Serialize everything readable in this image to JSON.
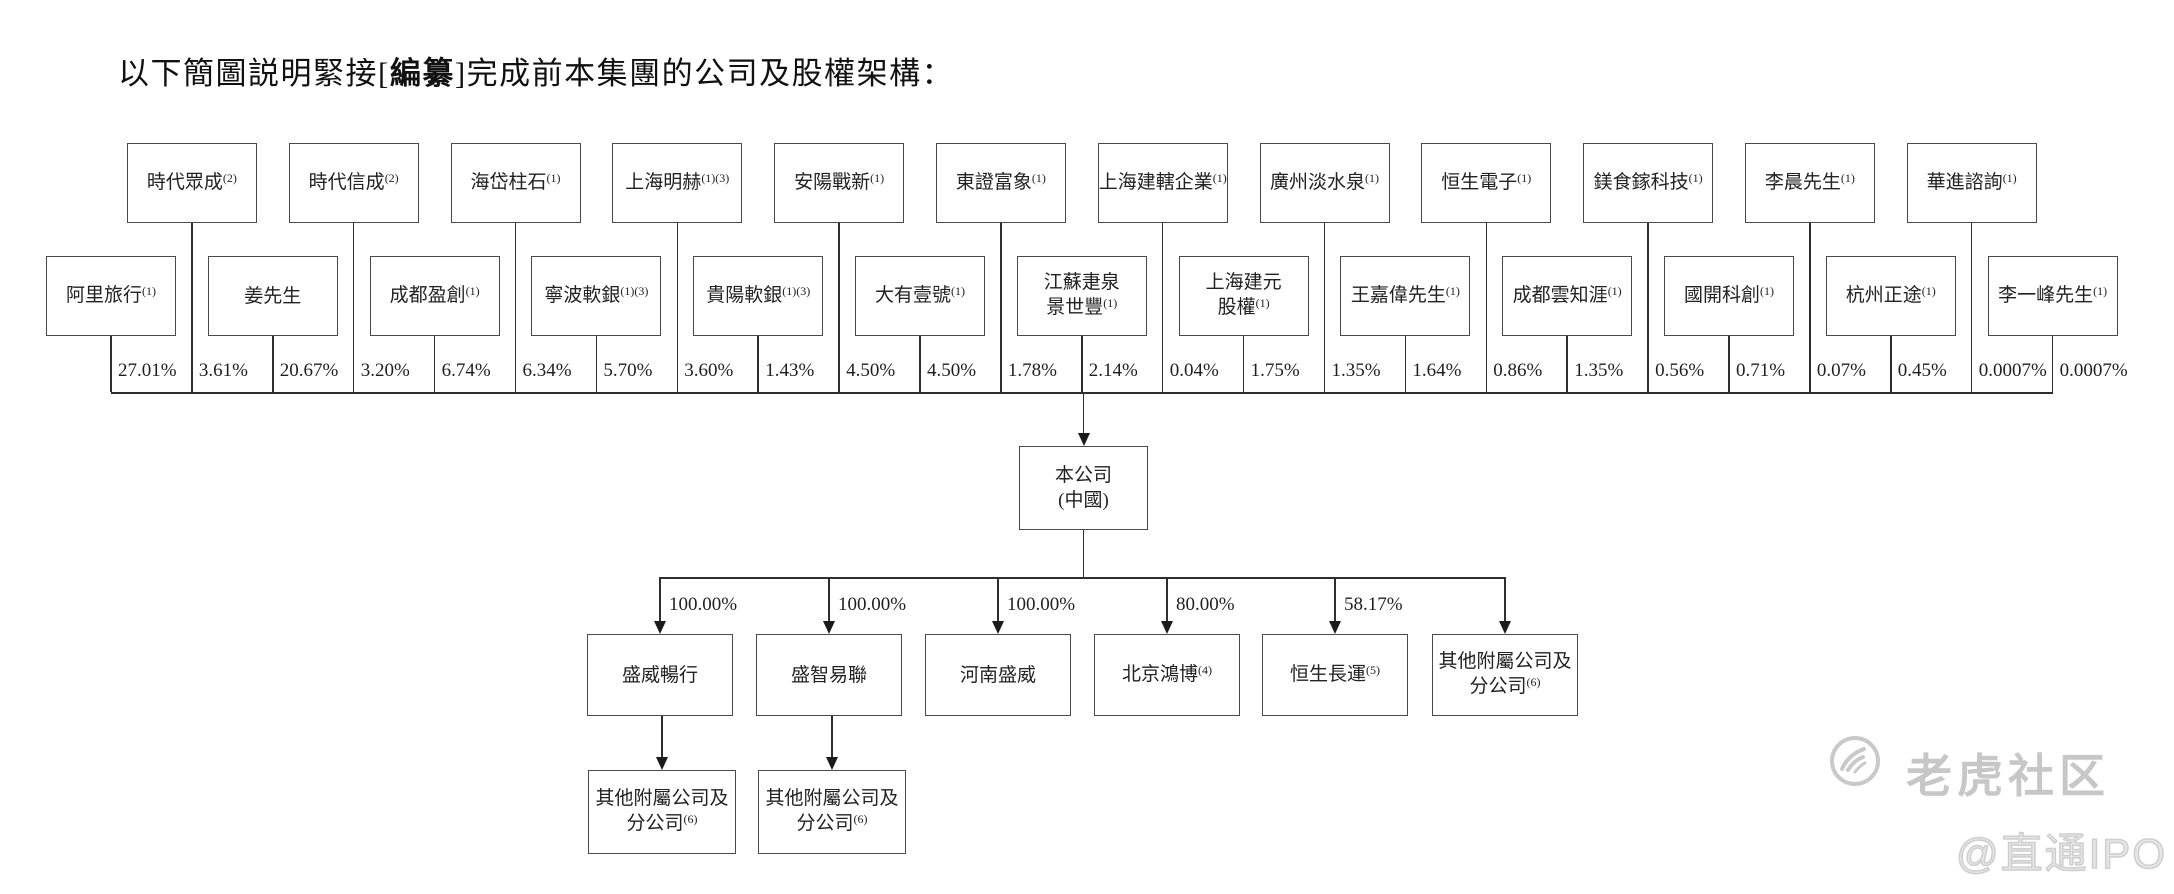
{
  "title": {
    "prefix": "以下簡圖説明緊接[",
    "bold": "編纂",
    "suffix": "]完成前本集團的公司及股權架構："
  },
  "shareholders": [
    {
      "lines": [
        "阿里旅行"
      ],
      "note": "(1)",
      "pct": "27.01%",
      "row": "lower"
    },
    {
      "lines": [
        "時代眾成"
      ],
      "note": "(2)",
      "pct": "3.61%",
      "row": "upper"
    },
    {
      "lines": [
        "姜先生"
      ],
      "note": "",
      "pct": "20.67%",
      "row": "lower"
    },
    {
      "lines": [
        "時代信成"
      ],
      "note": "(2)",
      "pct": "3.20%",
      "row": "upper"
    },
    {
      "lines": [
        "成都盈創"
      ],
      "note": "(1)",
      "pct": "6.74%",
      "row": "lower"
    },
    {
      "lines": [
        "海岱柱石"
      ],
      "note": "(1)",
      "pct": "6.34%",
      "row": "upper"
    },
    {
      "lines": [
        "寧波軟銀"
      ],
      "note": "(1)(3)",
      "pct": "5.70%",
      "row": "lower"
    },
    {
      "lines": [
        "上海明赫"
      ],
      "note": "(1)(3)",
      "pct": "3.60%",
      "row": "upper"
    },
    {
      "lines": [
        "貴陽軟銀"
      ],
      "note": "(1)(3)",
      "pct": "1.43%",
      "row": "lower"
    },
    {
      "lines": [
        "安陽戰新"
      ],
      "note": "(1)",
      "pct": "4.50%",
      "row": "upper"
    },
    {
      "lines": [
        "大有壹號"
      ],
      "note": "(1)",
      "pct": "4.50%",
      "row": "lower"
    },
    {
      "lines": [
        "東證富象"
      ],
      "note": "(1)",
      "pct": "1.78%",
      "row": "upper"
    },
    {
      "lines": [
        "江蘇疌泉",
        "景世豐"
      ],
      "note": "(1)",
      "pct": "2.14%",
      "row": "lower"
    },
    {
      "lines": [
        "上海建轄企業"
      ],
      "note": "(1)",
      "pct": "0.04%",
      "row": "upper"
    },
    {
      "lines": [
        "上海建元",
        "股權"
      ],
      "note": "(1)",
      "pct": "1.75%",
      "row": "lower"
    },
    {
      "lines": [
        "廣州淡水泉"
      ],
      "note": "(1)",
      "pct": "1.35%",
      "row": "upper"
    },
    {
      "lines": [
        "王嘉偉先生"
      ],
      "note": "(1)",
      "pct": "1.64%",
      "row": "lower"
    },
    {
      "lines": [
        "恒生電子"
      ],
      "note": "(1)",
      "pct": "0.86%",
      "row": "upper"
    },
    {
      "lines": [
        "成都雲知涯"
      ],
      "note": "(1)",
      "pct": "1.35%",
      "row": "lower"
    },
    {
      "lines": [
        "鎂食鎵科技"
      ],
      "note": "(1)",
      "pct": "0.56%",
      "row": "upper"
    },
    {
      "lines": [
        "國開科創"
      ],
      "note": "(1)",
      "pct": "0.71%",
      "row": "lower"
    },
    {
      "lines": [
        "李晨先生"
      ],
      "note": "(1)",
      "pct": "0.07%",
      "row": "upper"
    },
    {
      "lines": [
        "杭州正途"
      ],
      "note": "(1)",
      "pct": "0.45%",
      "row": "lower"
    },
    {
      "lines": [
        "華進諮詢"
      ],
      "note": "(1)",
      "pct": "0.0007%",
      "row": "upper"
    },
    {
      "lines": [
        "李一峰先生"
      ],
      "note": "(1)",
      "pct": "0.0007%",
      "row": "lower"
    }
  ],
  "company": {
    "lines": [
      "本公司",
      "(中國)"
    ],
    "note": ""
  },
  "subsidiaries": [
    {
      "lines": [
        "盛威暢行"
      ],
      "note": "",
      "pct": "100.00%",
      "has_child": true
    },
    {
      "lines": [
        "盛智易聯"
      ],
      "note": "",
      "pct": "100.00%",
      "has_child": true
    },
    {
      "lines": [
        "河南盛威"
      ],
      "note": "",
      "pct": "100.00%",
      "has_child": false
    },
    {
      "lines": [
        "北京鴻博"
      ],
      "note": "(4)",
      "pct": "80.00%",
      "has_child": false
    },
    {
      "lines": [
        "恒生長運"
      ],
      "note": "(5)",
      "pct": "58.17%",
      "has_child": false
    },
    {
      "lines": [
        "其他附屬公司及",
        "分公司"
      ],
      "note": "(6)",
      "pct": "",
      "has_child": false
    }
  ],
  "children": [
    {
      "lines": [
        "其他附屬公司及",
        "分公司"
      ],
      "note": "(6)"
    },
    {
      "lines": [
        "其他附屬公司及",
        "分公司"
      ],
      "note": "(6)"
    }
  ],
  "watermark": {
    "brand": "老虎社区",
    "handle": "@直通IPO"
  },
  "colors": {
    "line": "#2e2e2e",
    "box_border": "#4a4a4a",
    "watermark": "#c7c7c7"
  }
}
